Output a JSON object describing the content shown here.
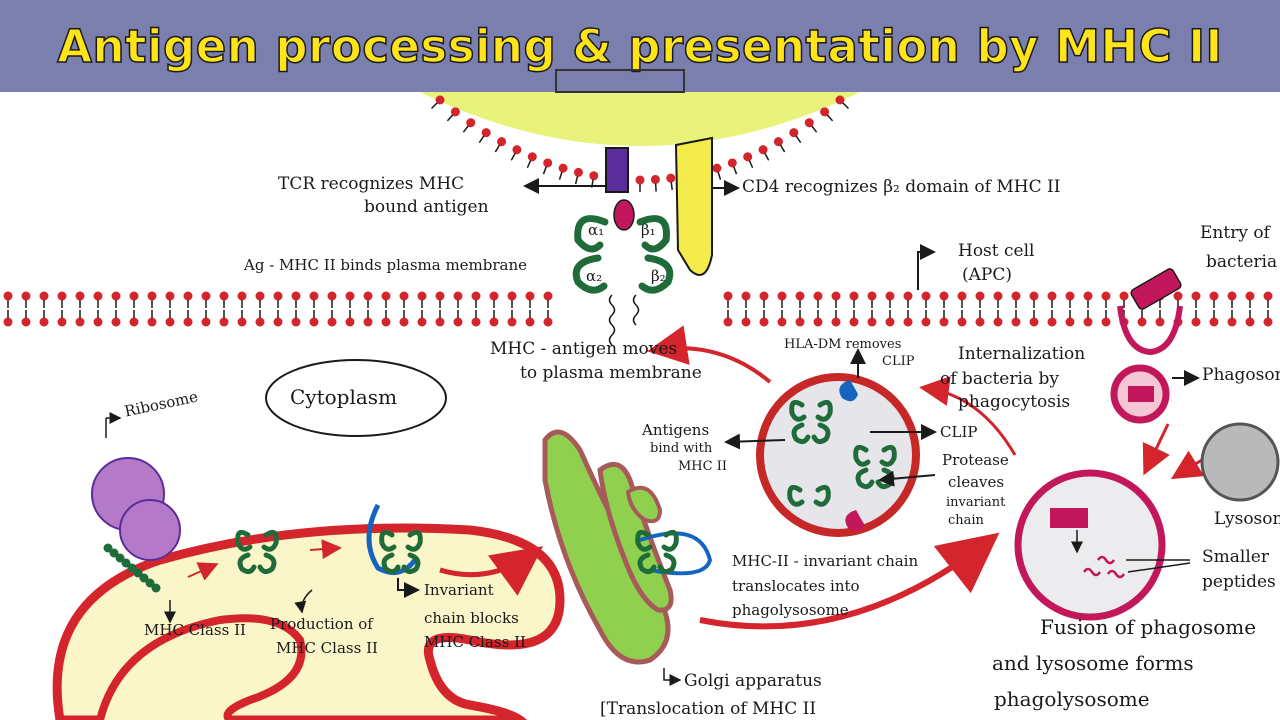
{
  "title": "Antigen processing & presentation by MHC II",
  "colors": {
    "banner": "#7b7fae",
    "title_text": "#ffe41a",
    "membrane_dot": "#d4242c",
    "mhc_green": "#1f6b3a",
    "arrow_red": "#d4242c",
    "cytoplasm_fill": "#fbf6c9",
    "golgi_green": "#8fd14f",
    "ribosome_purple": "#8e3b9e",
    "tcr_purple": "#5b2d9b",
    "cd4_yellow": "#f3ec4c",
    "lysosome_gray": "#b9b9b9"
  },
  "labels": {
    "tcr": "TCR recognizes MHC",
    "tcr2": "bound antigen",
    "cd4": "CD4 recognizes β₂ domain of MHC II",
    "ag_mhc": "Ag - MHC II binds plasma membrane",
    "host_cell": "Host cell",
    "apc": "(APC)",
    "entry1": "Entry of",
    "entry2": "bacteria",
    "internal1": "Internalization",
    "internal2": "of bacteria by",
    "internal3": "phagocytosis",
    "phagosome": "Phagosome",
    "hla_dm1": "HLA-DM removes",
    "hla_dm2": "CLIP",
    "moves1": "MHC - antigen moves",
    "moves2": "to plasma membrane",
    "cytoplasm": "Cytoplasm",
    "ribosome": "Ribosome",
    "antigens1": "Antigens",
    "antigens2": "bind with",
    "antigens3": "MHC II",
    "clip": "CLIP",
    "protease1": "Protease",
    "protease2": "cleaves",
    "protease3": "invariant",
    "protease4": "chain",
    "lysosome": "Lysosome",
    "smaller1": "Smaller",
    "smaller2": "peptides",
    "mhc_class": "MHC Class II",
    "production1": "Production of",
    "production2": "MHC Class II",
    "invariant1": "Invariant",
    "invariant2": "chain blocks",
    "invariant3": "MHC Class II",
    "translocates1": "MHC-II - invariant chain",
    "translocates2": "translocates into",
    "translocates3": "phagolysosome",
    "fusion1": "Fusion of phagosome",
    "fusion2": "and lysosome forms",
    "fusion3": "phagolysosome",
    "golgi": "Golgi apparatus",
    "translocation": "[Translocation of MHC II",
    "alpha1": "α₁",
    "beta1": "β₁",
    "alpha2": "α₂",
    "beta2": "β₂"
  }
}
